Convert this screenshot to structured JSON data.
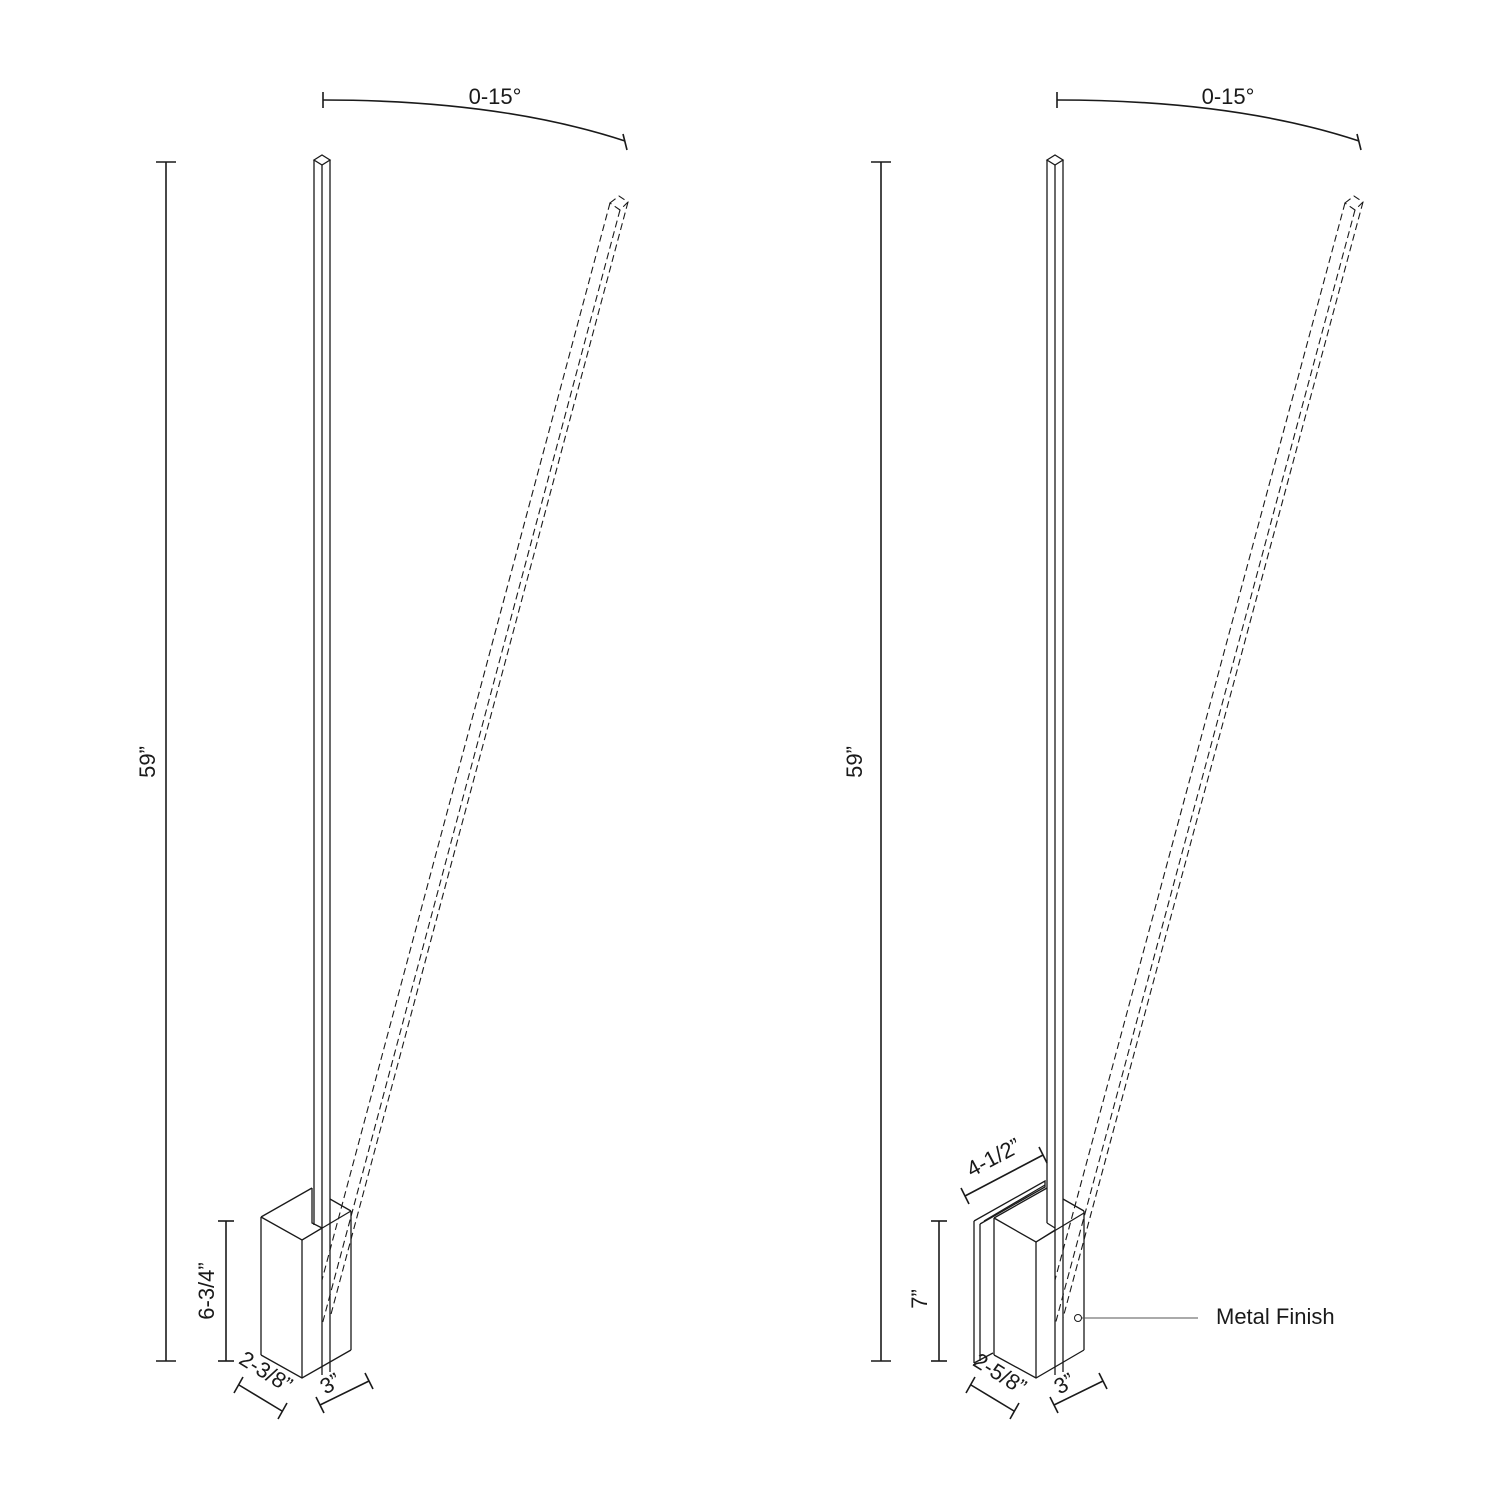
{
  "figures": [
    {
      "name": "lamp-variant-1",
      "angle_label": "0-15°",
      "height_label": "59”",
      "base_height_label": "6-3/4”",
      "base_depth_label": "2-3/8”",
      "base_width_label": "3”"
    },
    {
      "name": "lamp-variant-2",
      "angle_label": "0-15°",
      "height_label": "59”",
      "base_height_label": "7”",
      "base_depth_label": "2-5/8”",
      "base_width_label": "3”",
      "backplate_label": "4-1/2”",
      "callout_label": "Metal Finish"
    }
  ]
}
